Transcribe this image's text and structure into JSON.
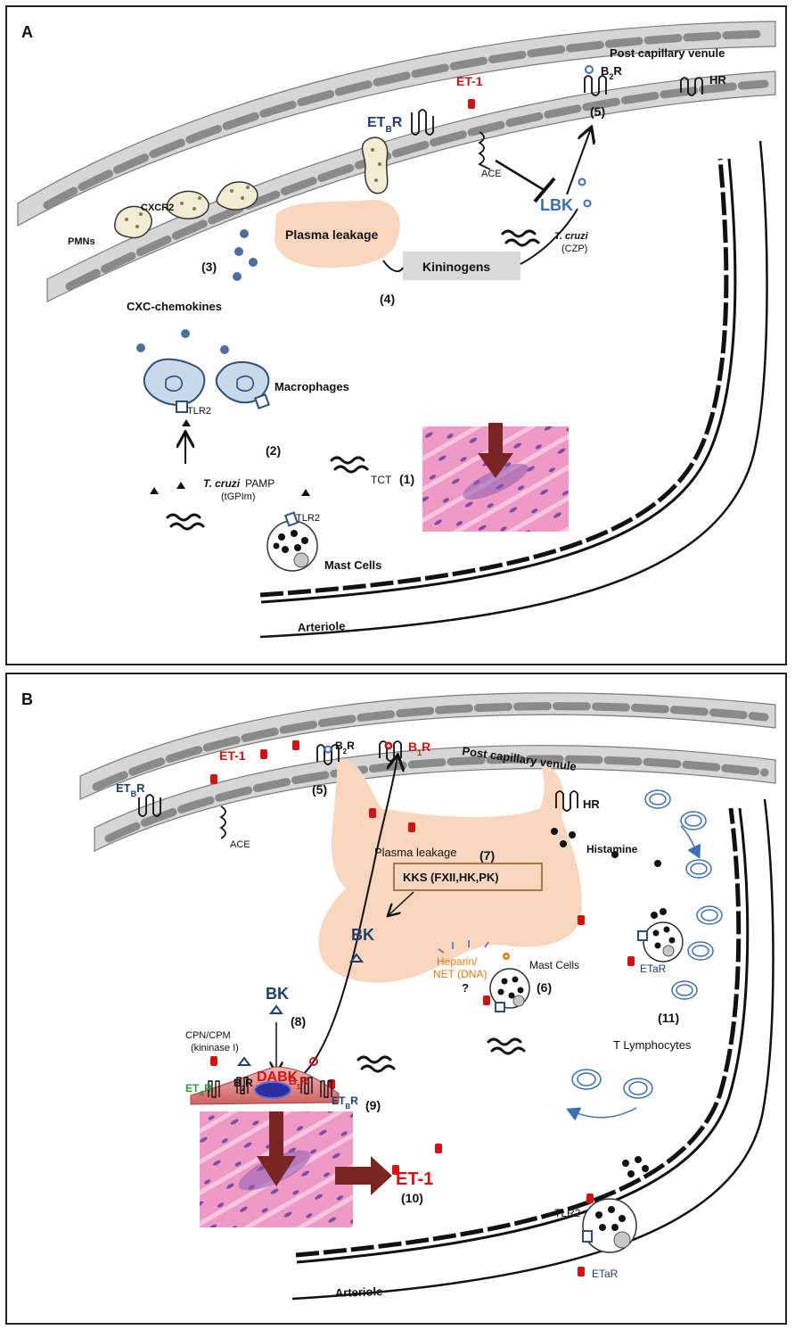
{
  "colors": {
    "red": "#d01414",
    "navy": "#1f3e6e",
    "blue": "#3a6fb3",
    "orange": "#e07a10",
    "green": "#2a9a3a",
    "plasma": "#f9d6be",
    "endothelium": "#c8c8c8",
    "nucleus": "#909090",
    "tissue": "#e88cc0",
    "arrow_dark": "#7a2424"
  },
  "panel_a": {
    "letter": "A",
    "venule": "Post capillary venule",
    "et1": "ET-1",
    "b2r_base": "B",
    "b2r_sub": "2",
    "b2r_end": "R",
    "hr": "HR",
    "etbr_base": "ET",
    "etbr_sub": "B",
    "etbr_end": "R",
    "ace": "ACE",
    "lbk": "LBK",
    "tcruzi": "T. cruzi",
    "czp": "(CZP)",
    "pmns": "PMNs",
    "cxcr2": "CXCR2",
    "plasma_leakage": "Plasma leakage",
    "kininogens": "Kininogens",
    "step3": "(3)",
    "step4": "(4)",
    "step5": "(5)",
    "chemokines": "CXC-chemokines",
    "macrophages": "Macrophages",
    "tlr2_mac": "TLR2",
    "step2": "(2)",
    "pamp_tc": "T. cruzi",
    "pamp": "PAMP",
    "tgpim": "(tGPIm)",
    "tct": "TCT",
    "step1": "(1)",
    "tlr2_mast": "TLR2",
    "mast_cells": "Mast Cells",
    "arteriole": "Arteriole"
  },
  "panel_b": {
    "letter": "B",
    "et1_top": "ET-1",
    "b2r_base": "B",
    "b2r_sub": "2",
    "b2r_end": "R",
    "b1r_base": "B",
    "b1r_sub": "1",
    "b1r_end": "R",
    "venule": "Post capillary venule",
    "etbr_base": "ET",
    "etbr_sub": "B",
    "etbr_end": "R",
    "ace": "ACE",
    "step5": "(5)",
    "hr": "HR",
    "histamine": "Histamine",
    "plasma_leakage": "Plasma leakage",
    "step7": "(7)",
    "kks": "KKS (FXII,HK,PK)",
    "bk_plasma": "BK",
    "heparin": "Heparin/",
    "net": "NET (DNA)",
    "question": "?",
    "mast_cells": "Mast Cells",
    "step6": "(6)",
    "etar_right": "ETaR",
    "step11": "(11)",
    "t_lymph": "T Lymphocytes",
    "bk": "BK",
    "step8": "(8)",
    "cpn": "CPN/CPM",
    "kininase": "(kininase I)",
    "dabk": "DABK",
    "eta_base": "ET",
    "eta_sub": "A",
    "eta_end": "R",
    "b2r2_base": "B",
    "b2r2_sub": "2",
    "b2r2_end": "R",
    "b1r2_base": "B",
    "b1r2_sub": "1",
    "b1r2_end": "R",
    "etb2_base": "ET",
    "etb2_sub": "B",
    "etb2_end": "R",
    "step9": "(9)",
    "et1_big": "ET-1",
    "step10": "(10)",
    "tlr2": "TLR2",
    "etar_bottom": "ETaR",
    "arteriole": "Arteriole"
  }
}
